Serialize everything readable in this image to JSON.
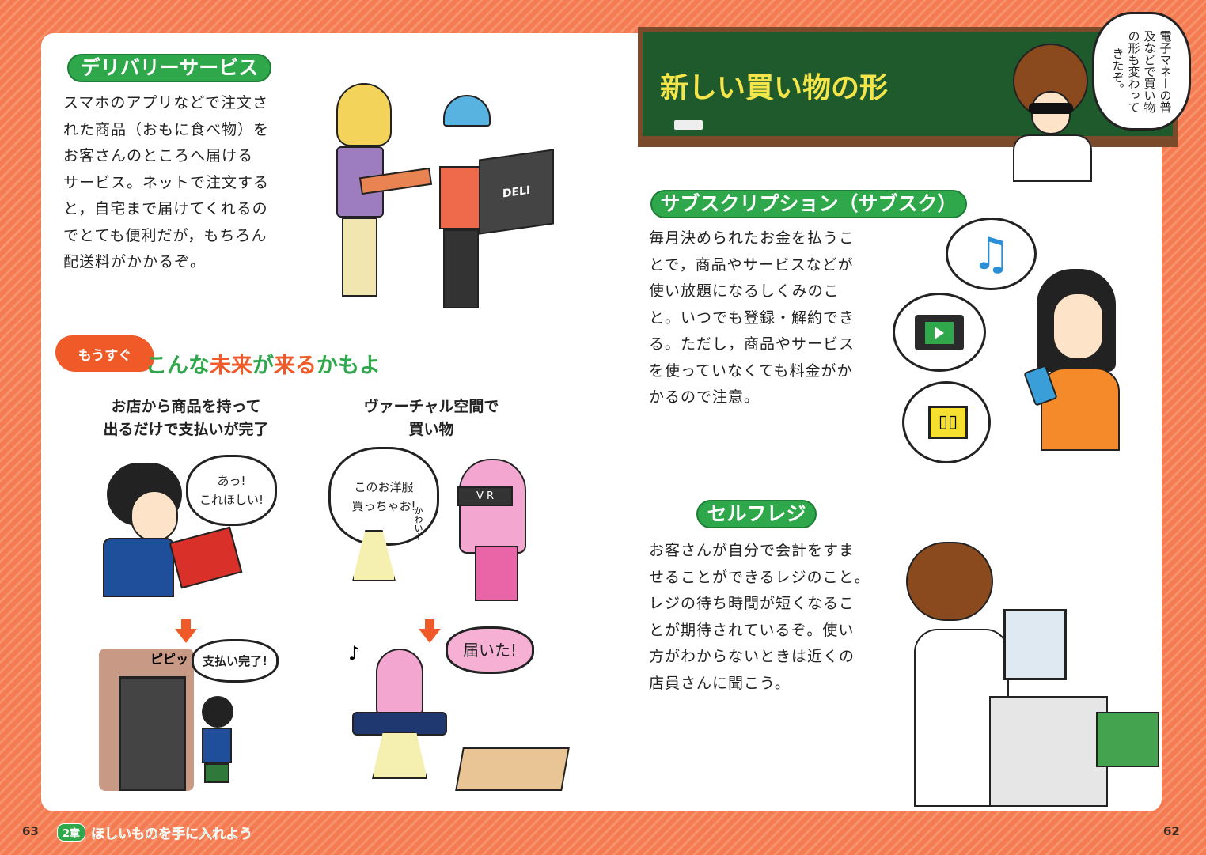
{
  "delivery": {
    "label": "デリバリーサービス",
    "lines": [
      "スマホのアプリなどで注文さ",
      "れた商品（おもに食べ物）を",
      "お客さんのところへ届ける",
      "サービス。ネットで注文する",
      "と，自宅まで届けてくれるの",
      "でとても便利だが，もちろん",
      "配送料がかかるぞ。"
    ],
    "bag_text": "DELI"
  },
  "future": {
    "badge": "もうすぐ",
    "title_a": "こんな",
    "title_b": "未来",
    "title_c": "が",
    "title_d": "来る",
    "title_e": "かもよ",
    "scene1": {
      "caption": [
        "お店から商品を持って",
        "出るだけで支払いが完了"
      ],
      "bubble": [
        "あっ!",
        "これほしい!"
      ],
      "after_sound": "ピピッ",
      "after_bubble": "支払い完了!"
    },
    "scene2": {
      "caption": [
        "ヴァーチャル空間で",
        "買い物"
      ],
      "bubble": [
        "このお洋服",
        "買っちゃお!"
      ],
      "small": "かわいー",
      "vr": "V R",
      "after_bubble": "届いた!",
      "note": "♪"
    }
  },
  "chalkboard": {
    "title": "新しい買い物の形"
  },
  "speech": {
    "text": "電子マネーの普及などで買い物の形も変わってきたぞ。"
  },
  "subscription": {
    "label": "サブスクリプション（サブスク）",
    "lines": [
      "毎月決められたお金を払うこ",
      "とで，商品やサービスなどが",
      "使い放題になるしくみのこ",
      "と。いつでも登録・解約でき",
      "る。ただし，商品やサービス",
      "を使っていなくても料金がか",
      "かるので注意。"
    ]
  },
  "selfreg": {
    "label": "セルフレジ",
    "lines": [
      "お客さんが自分で会計をすま",
      "せることができるレジのこと。",
      "レジの待ち時間が短くなるこ",
      "とが期待されているぞ。使い",
      "方がわからないときは近くの",
      "店員さんに聞こう。"
    ]
  },
  "footer": {
    "left_page": "63",
    "chapter_badge": "2章",
    "chapter_title": "ほしいものを手に入れよう",
    "right_page": "62"
  },
  "colors": {
    "background": "#f47b52",
    "green": "#2ea84a",
    "chalkboard": "#1e5a2c",
    "chalk_title": "#f3e54a",
    "accent_orange": "#f05a28"
  }
}
